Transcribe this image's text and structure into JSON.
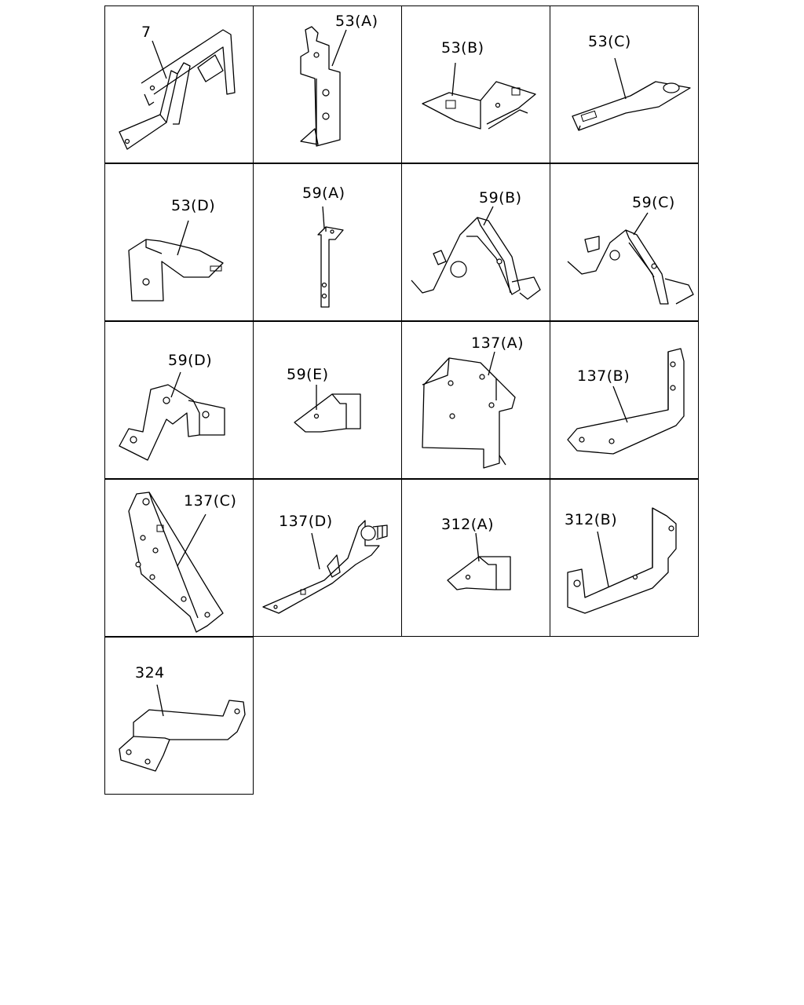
{
  "parts": [
    {
      "id": "c1",
      "label": "7"
    },
    {
      "id": "c2",
      "label": "53(A)"
    },
    {
      "id": "c3",
      "label": "53(B)"
    },
    {
      "id": "c4",
      "label": "53(C)"
    },
    {
      "id": "c5",
      "label": "53(D)"
    },
    {
      "id": "c6",
      "label": "59(A)"
    },
    {
      "id": "c7",
      "label": "59(B)"
    },
    {
      "id": "c8",
      "label": "59(C)"
    },
    {
      "id": "c9",
      "label": "59(D)"
    },
    {
      "id": "c10",
      "label": "59(E)"
    },
    {
      "id": "c11",
      "label": "137(A)"
    },
    {
      "id": "c12",
      "label": "137(B)"
    },
    {
      "id": "c13",
      "label": "137(C)"
    },
    {
      "id": "c14",
      "label": "137(D)"
    },
    {
      "id": "c15",
      "label": "312(A)"
    },
    {
      "id": "c16",
      "label": "312(B)"
    },
    {
      "id": "c17",
      "label": "324"
    }
  ]
}
